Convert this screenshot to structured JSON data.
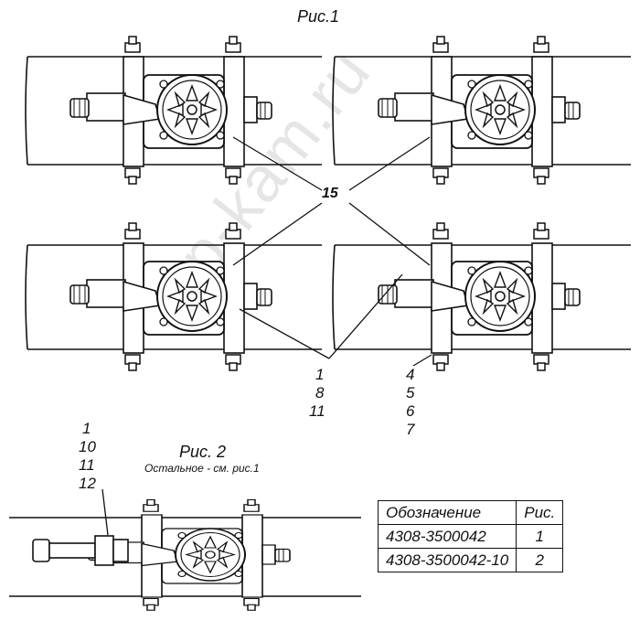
{
  "fig1_title": "Рис.1",
  "fig2_title": "Рис. 2",
  "fig2_note": "Остальное - см. рис.1",
  "callout_15": "15",
  "callout_group_a": [
    "1",
    "8",
    "11"
  ],
  "callout_group_b": [
    "4",
    "5",
    "6",
    "7"
  ],
  "callout_fig2": [
    "1",
    "10",
    "11",
    "12"
  ],
  "watermark": "zap-kam.ru",
  "table": {
    "headers": [
      "Обозначение",
      "Рис."
    ],
    "rows": [
      [
        "4308-3500042",
        "1"
      ],
      [
        "4308-3500042-10",
        "2"
      ]
    ]
  }
}
